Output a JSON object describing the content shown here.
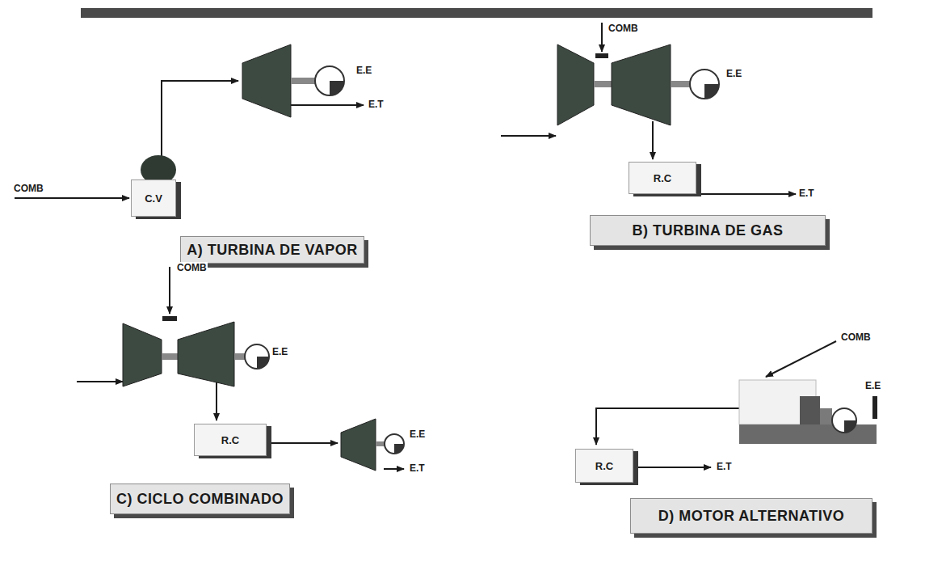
{
  "diagram": {
    "nodes": [
      {
        "text": [
          "C.V"
        ]
      },
      {
        "text": [
          "A) TURBINA DE VAPOR"
        ]
      },
      {
        "text": [
          "R.C"
        ]
      },
      {
        "text": [
          "B) TURBINA DE GAS"
        ]
      },
      {
        "text": [
          "R.C"
        ]
      },
      {
        "text": [
          "C) CICLO COMBINADO"
        ]
      },
      {
        "text": [
          "R.C"
        ]
      },
      {
        "text": [
          "D) MOTOR ALTERNATIVO"
        ]
      }
    ],
    "labels": [
      "COMB",
      "E.E",
      "E.T",
      "COMB",
      "E.E",
      "E.T",
      "COMB",
      "E.E",
      "E.E",
      "E.T",
      "COMB",
      "E.E",
      "E.T"
    ]
  }
}
